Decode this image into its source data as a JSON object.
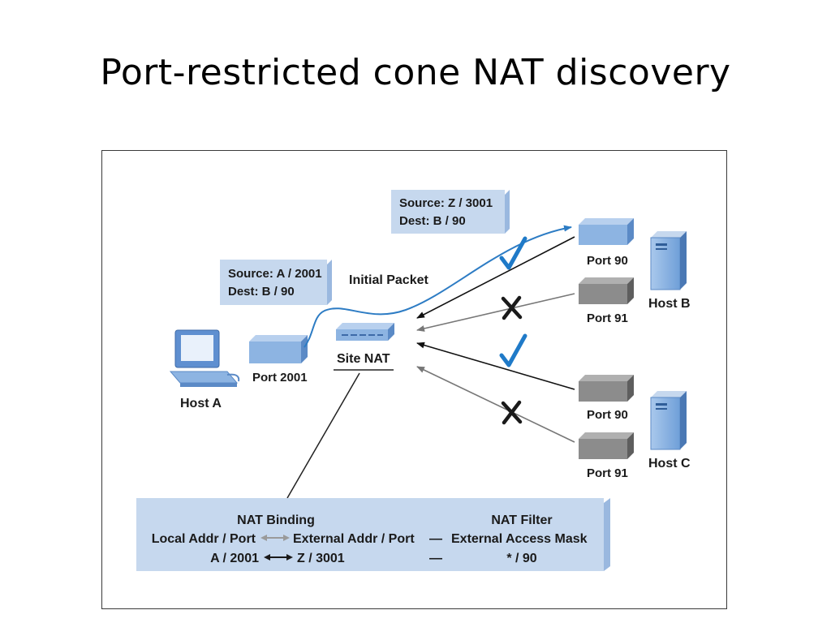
{
  "title": "Port-restricted cone NAT discovery",
  "diagram": {
    "packet_a": {
      "line1": "Source: A / 2001",
      "line2": "Dest: B / 90"
    },
    "packet_z": {
      "line1": "Source: Z / 3001",
      "line2": "Dest: B / 90"
    },
    "initial_packet": "Initial Packet",
    "host_a": "Host A",
    "port_2001": "Port 2001",
    "site_nat": "Site NAT",
    "host_b": "Host B",
    "host_c": "Host C",
    "host_b_port_90": "Port 90",
    "host_b_port_91": "Port 91",
    "host_c_port_90": "Port 90",
    "host_c_port_91": "Port 91",
    "nat_table": {
      "binding_header": "NAT Binding",
      "filter_header": "NAT Filter",
      "local_col": "Local Addr / Port",
      "external_col": "External Addr / Port",
      "dash1": "—",
      "mask_col": "External Access Mask",
      "row_local": "A / 2001",
      "row_external": "Z / 3001",
      "dash2": "—",
      "row_mask": "* / 90"
    },
    "colors": {
      "box_fill": "#c6d8ee",
      "box_edge": "#5b8ac6",
      "port_blue": "#8db4e2",
      "port_gray": "#8c8c8c",
      "check": "#1f7ac8",
      "link_blue": "#2d7cc4"
    },
    "icons": {
      "host_a": "desktop-computer-icon",
      "hosts": "server-tower-icon",
      "nat": "router-icon",
      "allowed": "checkmark-icon",
      "blocked": "x-mark-icon"
    }
  }
}
